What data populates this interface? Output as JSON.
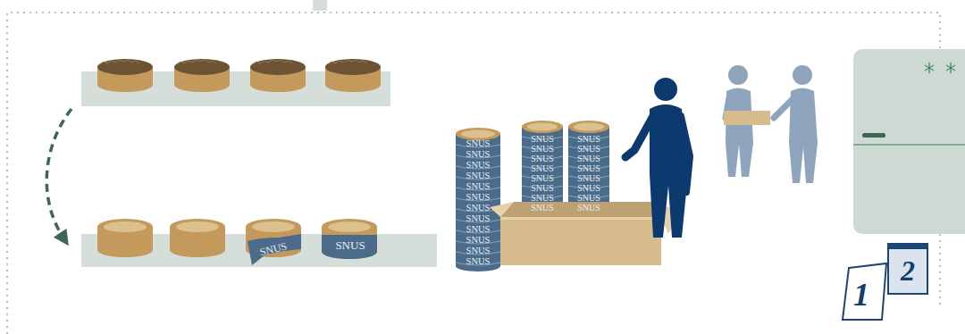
{
  "diagram": {
    "labels": [
      "SNUS",
      "SNUS",
      "SNUS",
      "SNUS",
      "SNUS",
      "SNUS",
      "SNUS",
      "SNUS",
      "SNUS",
      "SNUS",
      "SNUS",
      "SNUS",
      "SNUS",
      "SNUS",
      "SNUS",
      "SNUS",
      "SNUS",
      "SNUS",
      "SNUS",
      "SNUS",
      "SNUS",
      "SNUS",
      "SNUS",
      "SNUS",
      "SNUS",
      "SNUS",
      "SNUS",
      "SNUS",
      "SNUS",
      "SNUS",
      "1",
      "2"
    ]
  }
}
